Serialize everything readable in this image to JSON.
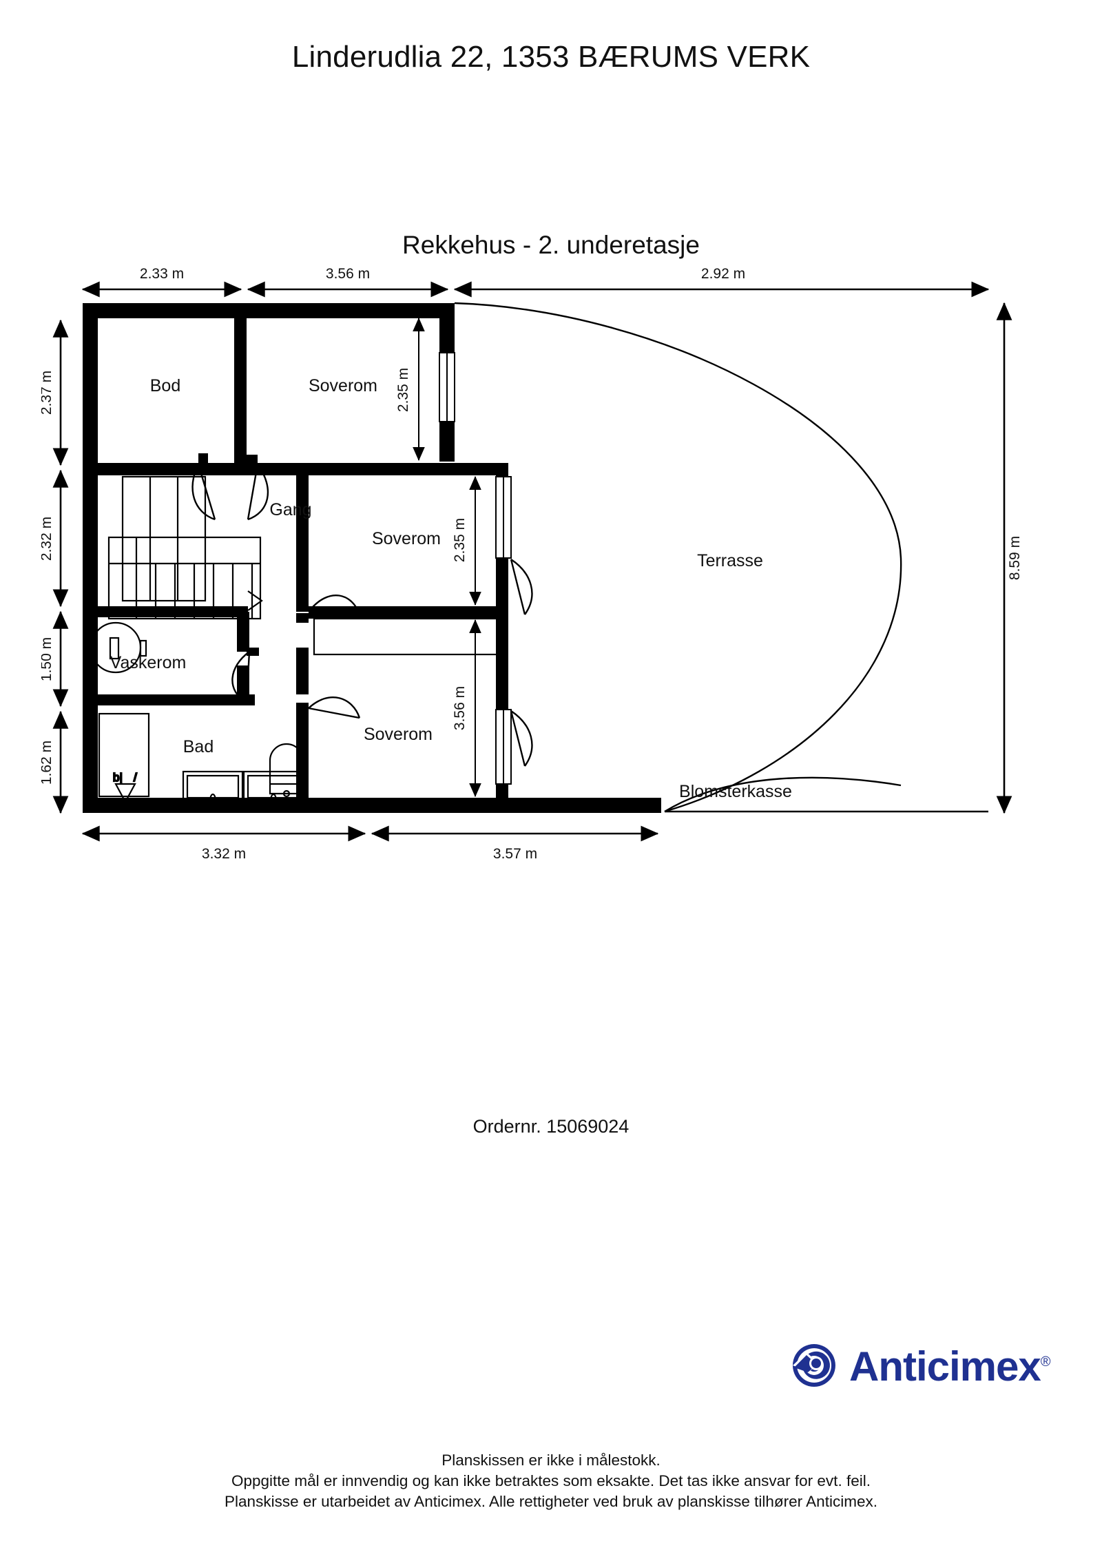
{
  "document": {
    "title": "Linderudlia 22, 1353 BÆRUMS VERK",
    "plan_subtitle": "Rekkehus  - 2. underetasje",
    "order_number": "Ordernr. 15069024"
  },
  "brand": {
    "name": "Anticimex",
    "registered_mark": "®",
    "color": "#1F3191"
  },
  "rooms": [
    {
      "id": "bod",
      "label": "Bod"
    },
    {
      "id": "soverom-1",
      "label": "Soverom"
    },
    {
      "id": "soverom-2",
      "label": "Soverom"
    },
    {
      "id": "soverom-3",
      "label": "Soverom"
    },
    {
      "id": "gang",
      "label": "Gang"
    },
    {
      "id": "vaskerom",
      "label": "Vaskerom"
    },
    {
      "id": "bad",
      "label": "Bad"
    },
    {
      "id": "terrasse",
      "label": "Terrasse"
    },
    {
      "id": "blomsterkasse",
      "label": "Blomsterkasse"
    }
  ],
  "dimensions": {
    "top": [
      {
        "id": "top-1",
        "value": "2.33 m"
      },
      {
        "id": "top-2",
        "value": "3.56 m"
      },
      {
        "id": "top-3",
        "value": "2.92 m"
      }
    ],
    "left": [
      {
        "id": "left-1",
        "value": "2.37 m"
      },
      {
        "id": "left-2",
        "value": "2.32 m"
      },
      {
        "id": "left-3",
        "value": "1.50 m"
      },
      {
        "id": "left-4",
        "value": "1.62 m"
      }
    ],
    "bottom": [
      {
        "id": "bottom-1",
        "value": "3.32 m"
      },
      {
        "id": "bottom-2",
        "value": "3.57 m"
      }
    ],
    "right": [
      {
        "id": "right-1",
        "value": "8.59 m"
      }
    ],
    "interior": [
      {
        "id": "interior-1",
        "value": "2.35 m"
      },
      {
        "id": "interior-2",
        "value": "2.35 m"
      },
      {
        "id": "interior-3",
        "value": "3.56 m"
      }
    ]
  },
  "footer": {
    "line1": "Planskissen er ikke i målestokk.",
    "line2": "Oppgitte mål er innvendig og kan ikke betraktes som eksakte. Det tas ikke ansvar for evt. feil.",
    "line3": "Planskisse er utarbeidet av Anticimex. Alle rettigheter ved bruk av planskisse tilhører Anticimex."
  }
}
